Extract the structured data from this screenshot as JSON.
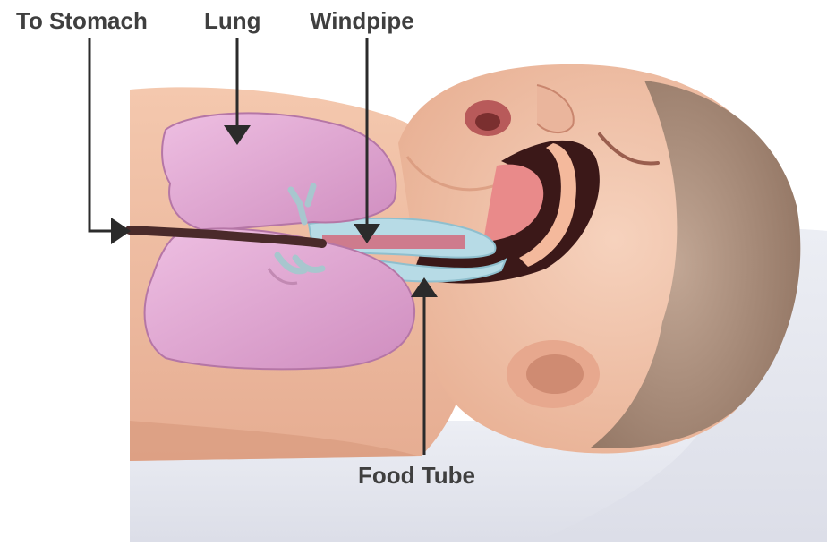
{
  "labels": {
    "to_stomach": "To Stomach",
    "lung": "Lung",
    "windpipe": "Windpipe",
    "food_tube": "Food Tube"
  },
  "colors": {
    "label_text": "#3f3f3f",
    "leader_line": "#2b2b2b",
    "skin": "#f1c2a8",
    "skin_shadow": "#d99c80",
    "lung": "#d99ac9",
    "lung_light": "#e8b6dd",
    "hair": "#a58a78",
    "pillow": "#e4e5ee",
    "tube": "#4a2a2a",
    "airway": "#b7dbe6",
    "cavity": "#3b1818"
  },
  "illustration": "infant-airway-illustration"
}
